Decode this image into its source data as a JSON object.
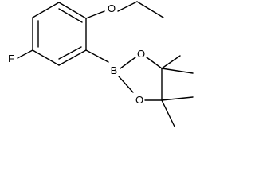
{
  "molecule": {
    "atoms": {
      "oxygen_ether": "O",
      "fluorine": "F",
      "boron": "B",
      "oxygen_ring_top": "O",
      "oxygen_ring_bottom": "O"
    }
  }
}
